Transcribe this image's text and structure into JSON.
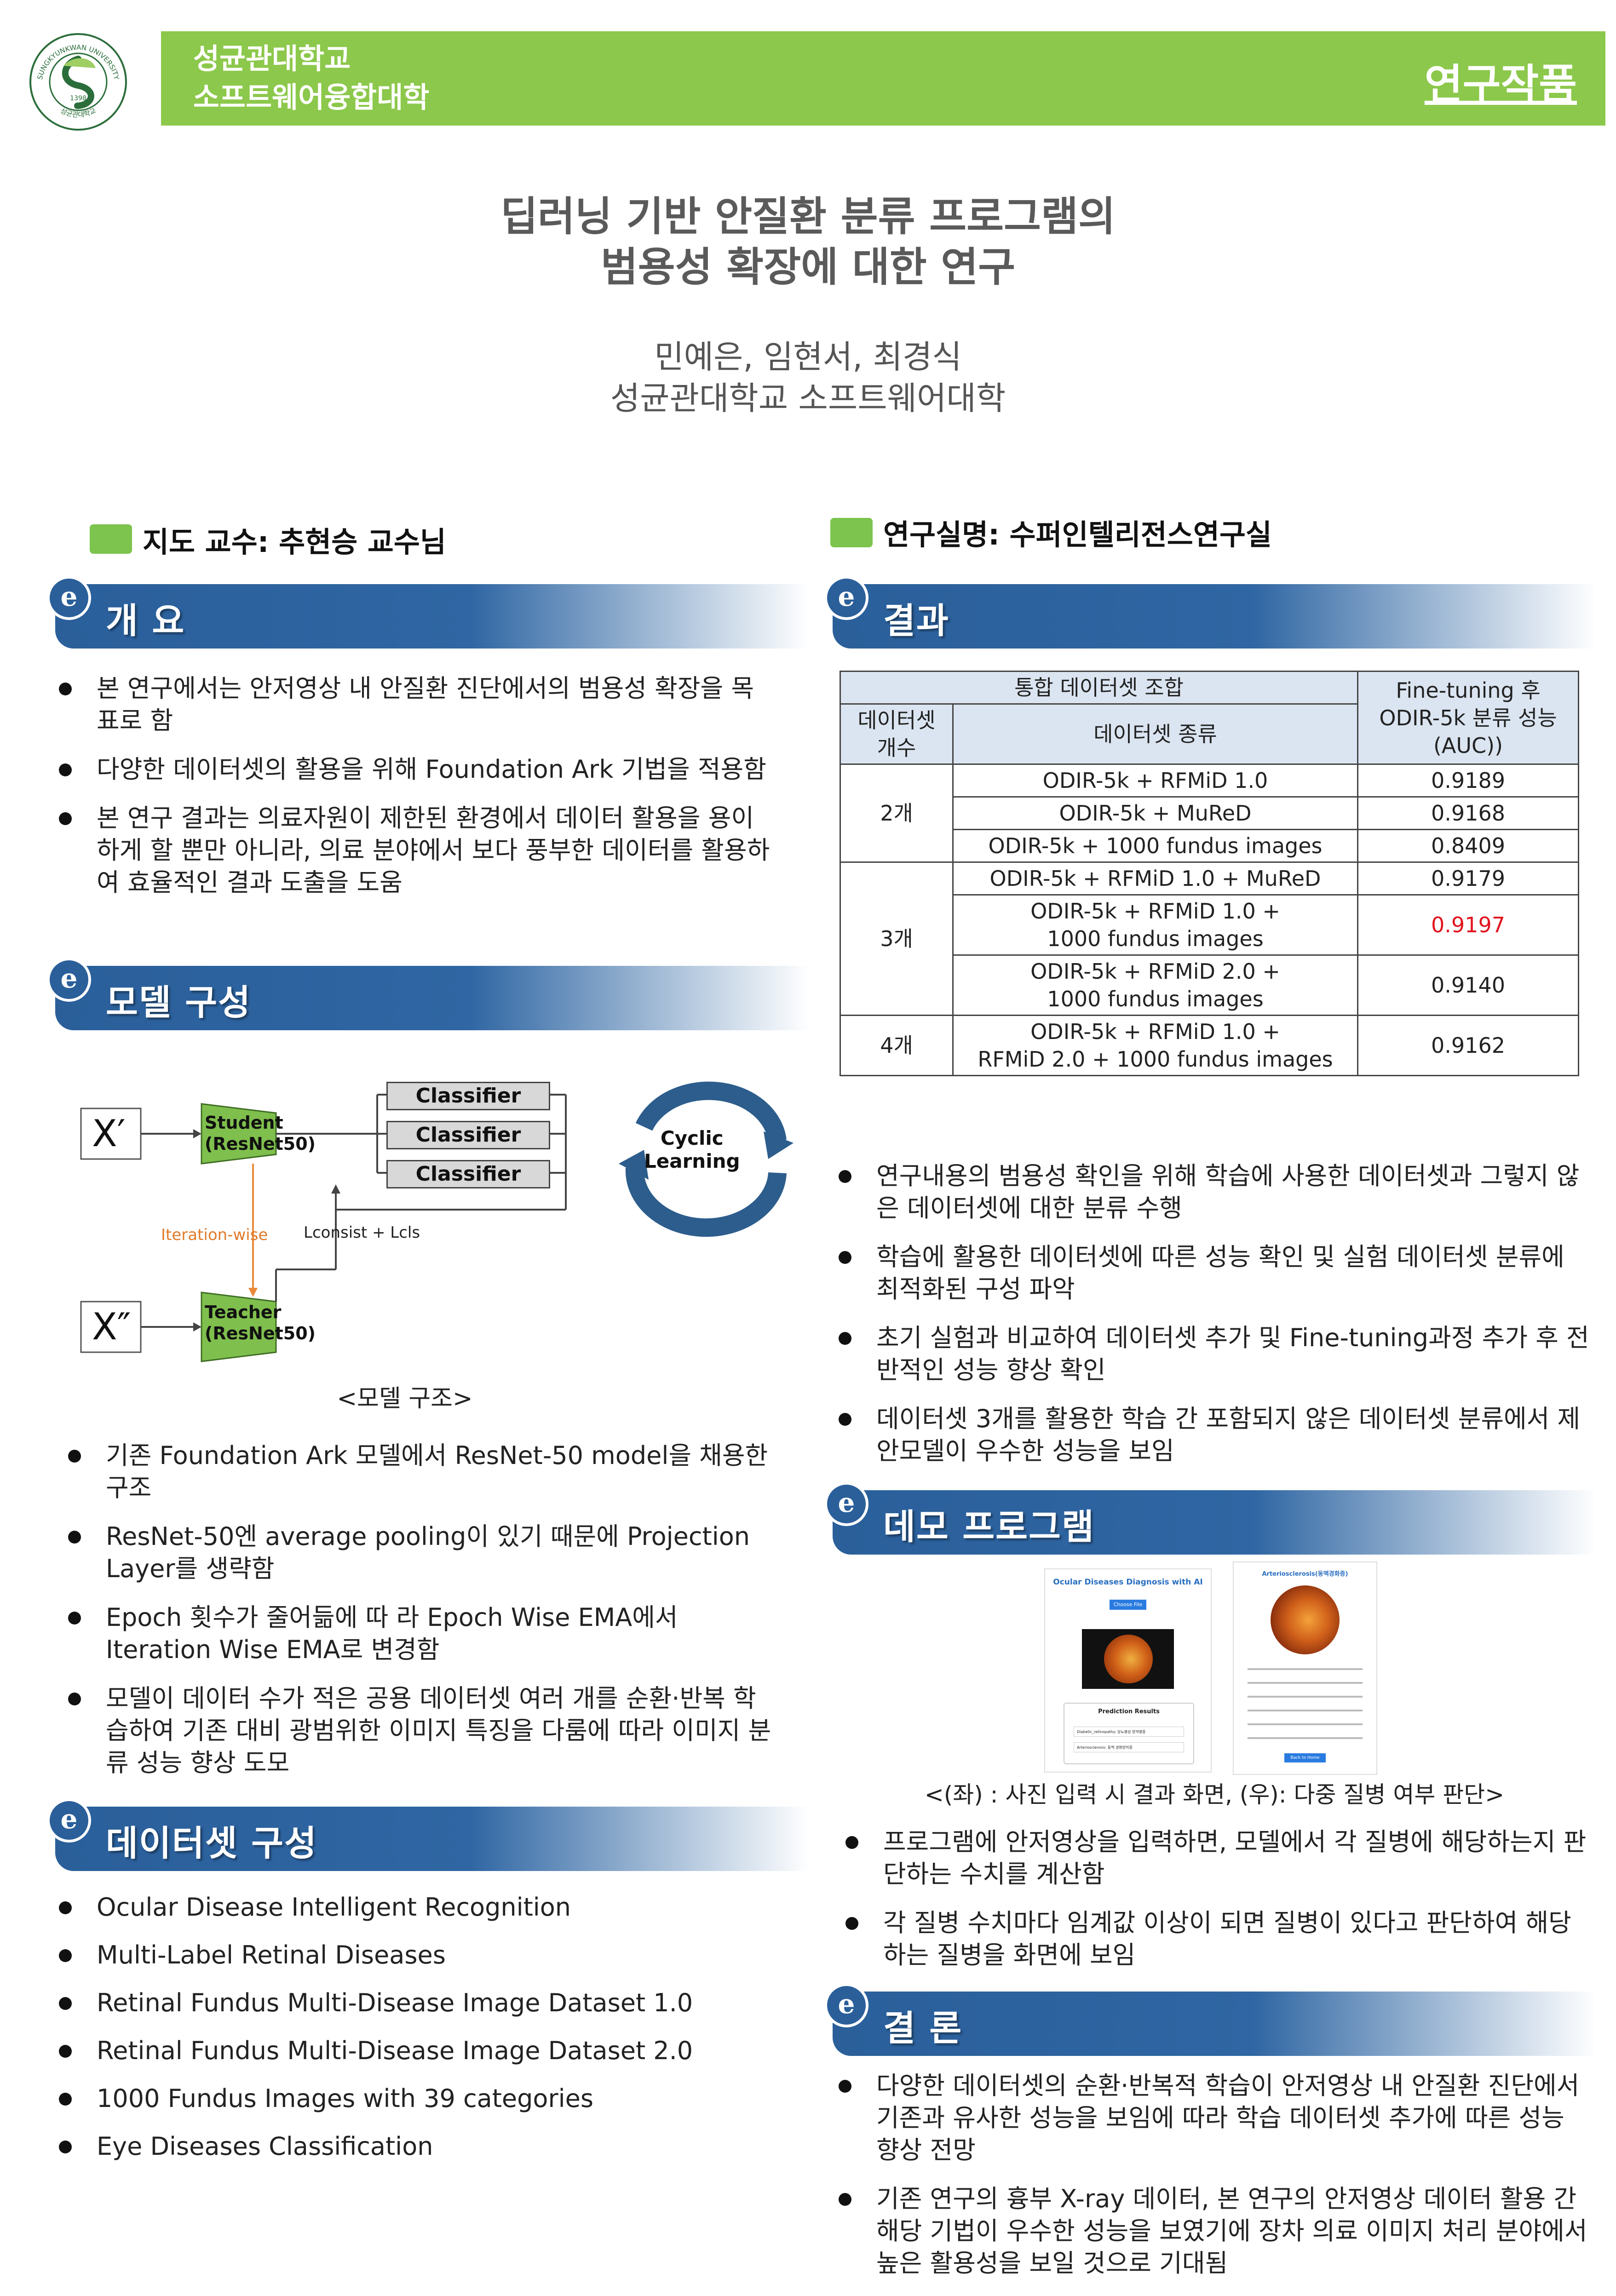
{
  "header": {
    "university": "성균관대학교",
    "college": "소프트웨어융합대학",
    "category": "연구작품",
    "logo_text": "SUNGKYUNKWAN UNIVERSITY",
    "logo_sub": "성균관대학교",
    "logo_year": "1398"
  },
  "title": {
    "line1": "딥러닝 기반 안질환 분류 프로그램의",
    "line2": "범용성 확장에 대한 연구"
  },
  "authors": {
    "names": "민예은, 임현서, 최경식",
    "affiliation": "성균관대학교 소프트웨어대학"
  },
  "info": {
    "advisor": "지도 교수:  추현승 교수님",
    "lab": "연구실명: 수퍼인텔리전스연구실"
  },
  "sections": {
    "overview": {
      "title": "개 요",
      "bullets": [
        "본 연구에서는 안저영상 내 안질환 진단에서의 범용성 확장을 목표로 함",
        "다양한 데이터셋의 활용을 위해 Foundation Ark 기법을 적용함",
        "본 연구 결과는 의료자원이 제한된 환경에서 데이터 활용을 용이하게 할 뿐만 아니라, 의료 분야에서 보다 풍부한 데이터를 활용하여 효율적인 결과 도출을 도움"
      ]
    },
    "model": {
      "title": "모델 구성",
      "caption": "<모델 구조>",
      "bullets": [
        "기존 Foundation Ark 모델에서 ResNet-50 model을 채용한 구조",
        "ResNet-50엔 average pooling이 있기 때문에 Projection Layer를 생략함",
        "Epoch 횟수가 줄어듦에 따 라 Epoch Wise EMA에서 Iteration Wise EMA로 변경함",
        "모델이 데이터 수가 적은 공용 데이터셋 여러 개를 순환·반복 학습하여 기존 대비 광범위한 이미지 특징을 다룸에 따라 이미지 분류 성능 향상 도모"
      ],
      "diagram": {
        "x1": "X′",
        "x2": "X″",
        "student_l1": "Student",
        "student_l2": "(ResNet50)",
        "teacher_l1": "Teacher",
        "teacher_l2": "(ResNet50)",
        "classifier": "Classifier",
        "iteration": "Iteration-wise",
        "loss": "Lconsist + Lcls",
        "cyclic_l1": "Cyclic",
        "cyclic_l2": "Learning"
      }
    },
    "dataset": {
      "title": "데이터셋 구성",
      "bullets": [
        "Ocular Disease Intelligent Recognition",
        "Multi-Label Retinal Diseases",
        "Retinal Fundus Multi-Disease Image Dataset 1.0",
        "Retinal Fundus Multi-Disease Image Dataset 2.0",
        "1000 Fundus Images with 39 categories",
        "Eye Diseases Classification"
      ]
    },
    "results": {
      "title": "결과",
      "table": {
        "h_combo": "통합 데이터셋 조합",
        "h_perf": "Fine-tuning 후 ODIR-5k 분류 성능 (AUC))",
        "h_count": "데이터셋 개수",
        "h_kind": "데이터셋 종류",
        "g2": "2개",
        "g3": "3개",
        "g4": "4개",
        "r1": {
          "kind": "ODIR-5k + RFMiD 1.0",
          "auc": "0.9189"
        },
        "r2": {
          "kind": "ODIR-5k + MuReD",
          "auc": "0.9168"
        },
        "r3": {
          "kind": "ODIR-5k + 1000 fundus images",
          "auc": "0.8409"
        },
        "r4": {
          "kind": "ODIR-5k + RFMiD 1.0 + MuReD",
          "auc": "0.9179"
        },
        "r5": {
          "kind_a": "ODIR-5k + RFMiD 1.0 +",
          "kind_b": "1000 fundus images",
          "auc": "0.9197"
        },
        "r6": {
          "kind_a": "ODIR-5k + RFMiD 2.0 +",
          "kind_b": "1000 fundus images",
          "auc": "0.9140"
        },
        "r7": {
          "kind_a": "ODIR-5k + RFMiD 1.0 +",
          "kind_b": "RFMiD 2.0 + 1000 fundus images",
          "auc": "0.9162"
        }
      },
      "bullets": [
        "연구내용의 범용성 확인을 위해 학습에 사용한 데이터셋과 그렇지 않은 데이터셋에 대한 분류 수행",
        "학습에 활용한 데이터셋에 따른 성능 확인 및 실험 데이터셋 분류에 최적화된 구성 파악",
        "초기 실험과 비교하여 데이터셋 추가 및 Fine-tuning과정 추가 후 전반적인 성능 향상 확인",
        "데이터셋 3개를 활용한 학습 간 포함되지 않은 데이터셋 분류에서 제안모델이 우수한 성능을 보임"
      ]
    },
    "demo": {
      "title": "데모 프로그램",
      "app_title": "Ocular Diseases Diagnosis with AI",
      "choose_btn": "Choose File",
      "pred_title": "Prediction Results",
      "pred1": "Diabetic_retinopathy: 당뇨병성 망막병증",
      "pred2": "Arteriosclerosis: 동맥 경화망막증",
      "right_title": "Arteriosclerosis(동맥경화증)",
      "back_btn": "Back to Home",
      "caption": "<(좌) : 사진 입력 시 결과 화면, (우): 다중 질병 여부 판단>",
      "bullets": [
        "프로그램에 안저영상을 입력하면, 모델에서 각 질병에 해당하는지 판단하는 수치를 계산함",
        "각 질병 수치마다 임계값 이상이 되면 질병이 있다고 판단하여 해당하는 질병을 화면에 보임"
      ]
    },
    "conclusion": {
      "title": "결 론",
      "bullets": [
        "다양한 데이터셋의 순환·반복적 학습이 안저영상 내 안질환 진단에서 기존과 유사한 성능을 보임에 따라 학습 데이터셋 추가에 따른 성능 향상 전망",
        "기존 연구의 흉부 X-ray 데이터, 본 연구의 안저영상 데이터 활용 간 해당 기법이 우수한 성능을 보였기에 장차 의료 이미지 처리 분야에서 높은 활용성을 보일 것으로 기대됨"
      ]
    },
    "colors": {
      "accent_green": "#8cc84b",
      "section_blue": "#2a5f9a",
      "highlight_red": "#e0141e",
      "table_header": "#dbe5f1"
    }
  }
}
